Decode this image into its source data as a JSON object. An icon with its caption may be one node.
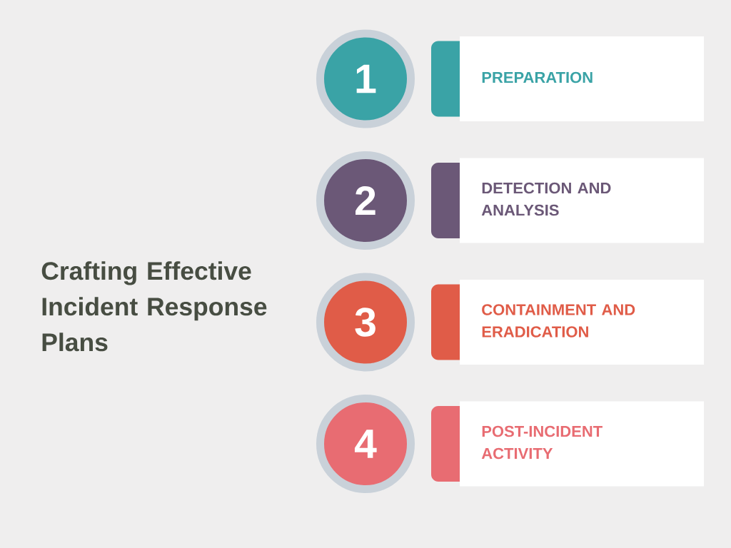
{
  "diagram": {
    "title": "Crafting Effective Incident Response Plans",
    "nodes": [
      {
        "text": [
          "1"
        ]
      },
      {
        "text": [
          "PREPARATION"
        ]
      },
      {
        "text": [
          "2"
        ]
      },
      {
        "text": [
          "DETECTION AND ANALYSIS"
        ]
      },
      {
        "text": [
          "3"
        ]
      },
      {
        "text": [
          "CONTAINMENT AND ERADICATION"
        ]
      },
      {
        "text": [
          "4"
        ]
      },
      {
        "text": [
          "POST-INCIDENT ACTIVITY"
        ]
      }
    ]
  }
}
